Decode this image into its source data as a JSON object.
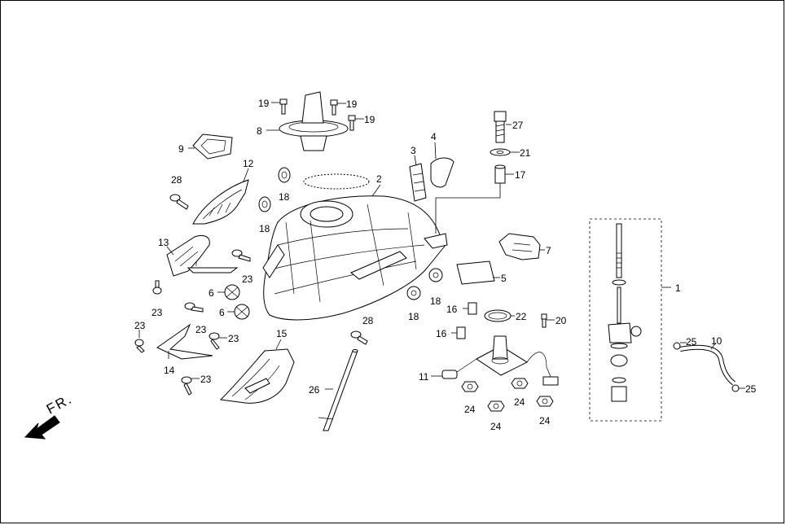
{
  "direction_label": "FR.",
  "callouts": {
    "c1": "1",
    "c2": "2",
    "c3": "3",
    "c4": "4",
    "c5": "5",
    "c6a": "6",
    "c6b": "6",
    "c7": "7",
    "c8": "8",
    "c9": "9",
    "c10": "10",
    "c11": "11",
    "c12": "12",
    "c13": "13",
    "c14": "14",
    "c15": "15",
    "c16a": "16",
    "c16b": "16",
    "c17": "17",
    "c18a": "18",
    "c18b": "18",
    "c18c": "18",
    "c18d": "18",
    "c19a": "19",
    "c19b": "19",
    "c19c": "19",
    "c20": "20",
    "c21": "21",
    "c22": "22",
    "c23a": "23",
    "c23b": "23",
    "c23c": "23",
    "c23d": "23",
    "c23e": "23",
    "c23f": "23",
    "c24a": "24",
    "c24b": "24",
    "c24c": "24",
    "c24d": "24",
    "c25a": "25",
    "c25b": "25",
    "c26": "26",
    "c27": "27",
    "c28a": "28",
    "c28b": "28"
  }
}
